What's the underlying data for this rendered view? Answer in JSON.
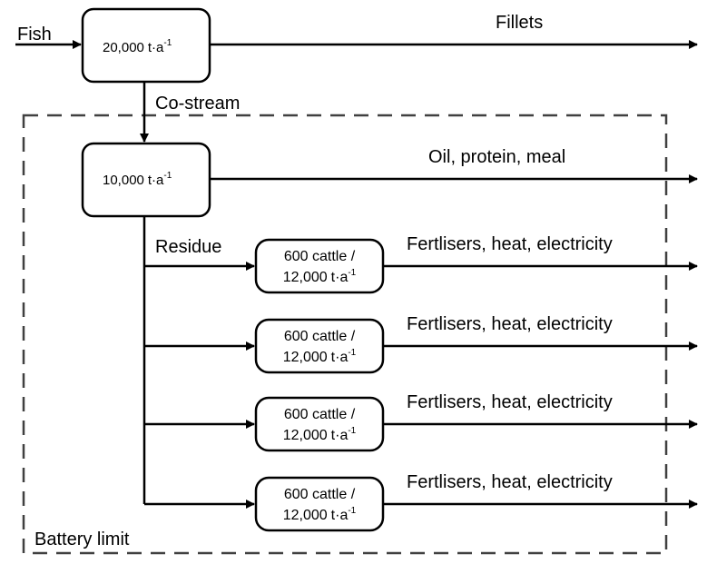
{
  "input_label": "Fish",
  "co_stream_label": "Co-stream",
  "residue_label": "Residue",
  "battery_limit_label": "Battery limit",
  "unit": "t·a",
  "unit_exponent": "-1",
  "main_box": {
    "capacity": "20,000",
    "output": "Fillets"
  },
  "costream_box": {
    "capacity": "10,000",
    "output": "Oil, protein, meal"
  },
  "plants": [
    {
      "line1": "600 cattle /",
      "capacity": "12,000",
      "output": "Fertlisers, heat, electricity"
    },
    {
      "line1": "600 cattle /",
      "capacity": "12,000",
      "output": "Fertlisers, heat, electricity"
    },
    {
      "line1": "600 cattle /",
      "capacity": "12,000",
      "output": "Fertlisers, heat, electricity"
    },
    {
      "line1": "600 cattle /",
      "capacity": "12,000",
      "output": "Fertlisers, heat, electricity"
    }
  ],
  "colors": {
    "line": "#000000",
    "boundary": "#404040",
    "background": "#ffffff"
  }
}
